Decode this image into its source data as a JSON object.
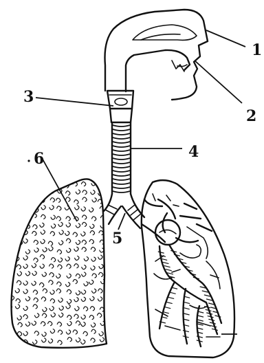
{
  "labels": [
    {
      "id": "1",
      "text": "1"
    },
    {
      "id": "2",
      "text": "2"
    },
    {
      "id": "3",
      "text": "3"
    },
    {
      "id": "4",
      "text": "4"
    },
    {
      "id": "5",
      "text": "5"
    },
    {
      "id": "6",
      "text": "6"
    }
  ],
  "colors": {
    "ink": "#111111",
    "background": "#ffffff"
  }
}
